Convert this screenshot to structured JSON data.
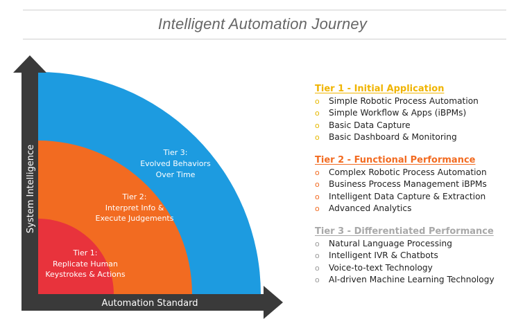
{
  "title": "Intelligent Automation Journey",
  "colors": {
    "tier1": "#e8333c",
    "tier2": "#f26b21",
    "tier3": "#1d9be0",
    "axis": "#3a3a3a",
    "tier1_heading": "#f0b400",
    "tier2_heading": "#f26b21",
    "tier3_heading": "#a8a8a8",
    "tier1_bullet": "#e6b800",
    "tier2_bullet": "#f26b21",
    "tier3_bullet": "#9a9a9a"
  },
  "diagram": {
    "y_axis_label": "System Intelligence",
    "x_axis_label": "Automation Standard",
    "tiers": [
      {
        "line1": "Tier 1:",
        "line2": "Replicate Human",
        "line3": "Keystrokes & Actions"
      },
      {
        "line1": "Tier 2:",
        "line2": "Interpret Info &",
        "line3": "Execute Judgements"
      },
      {
        "line1": "Tier 3:",
        "line2": "Evolved Behaviors",
        "line3": "Over Time"
      }
    ]
  },
  "legend": [
    {
      "heading": "Tier 1 - Initial Application",
      "bullet": "o",
      "items": [
        "Simple Robotic Process Automation",
        "Simple Workflow & Apps (iBPMs)",
        "Basic Data Capture",
        "Basic Dashboard & Monitoring"
      ]
    },
    {
      "heading": "Tier 2 - Functional Performance",
      "bullet": "o",
      "items": [
        "Complex Robotic Process Automation",
        "Business Process Management iBPMs",
        "Intelligent Data Capture & Extraction",
        "Advanced Analytics"
      ]
    },
    {
      "heading": "Tier 3 - Differentiated Performance",
      "bullet": "o",
      "items": [
        "Natural Language Processing",
        "Intelligent IVR & Chatbots",
        "Voice-to-text Technology",
        "AI-driven Machine Learning Technology"
      ]
    }
  ]
}
